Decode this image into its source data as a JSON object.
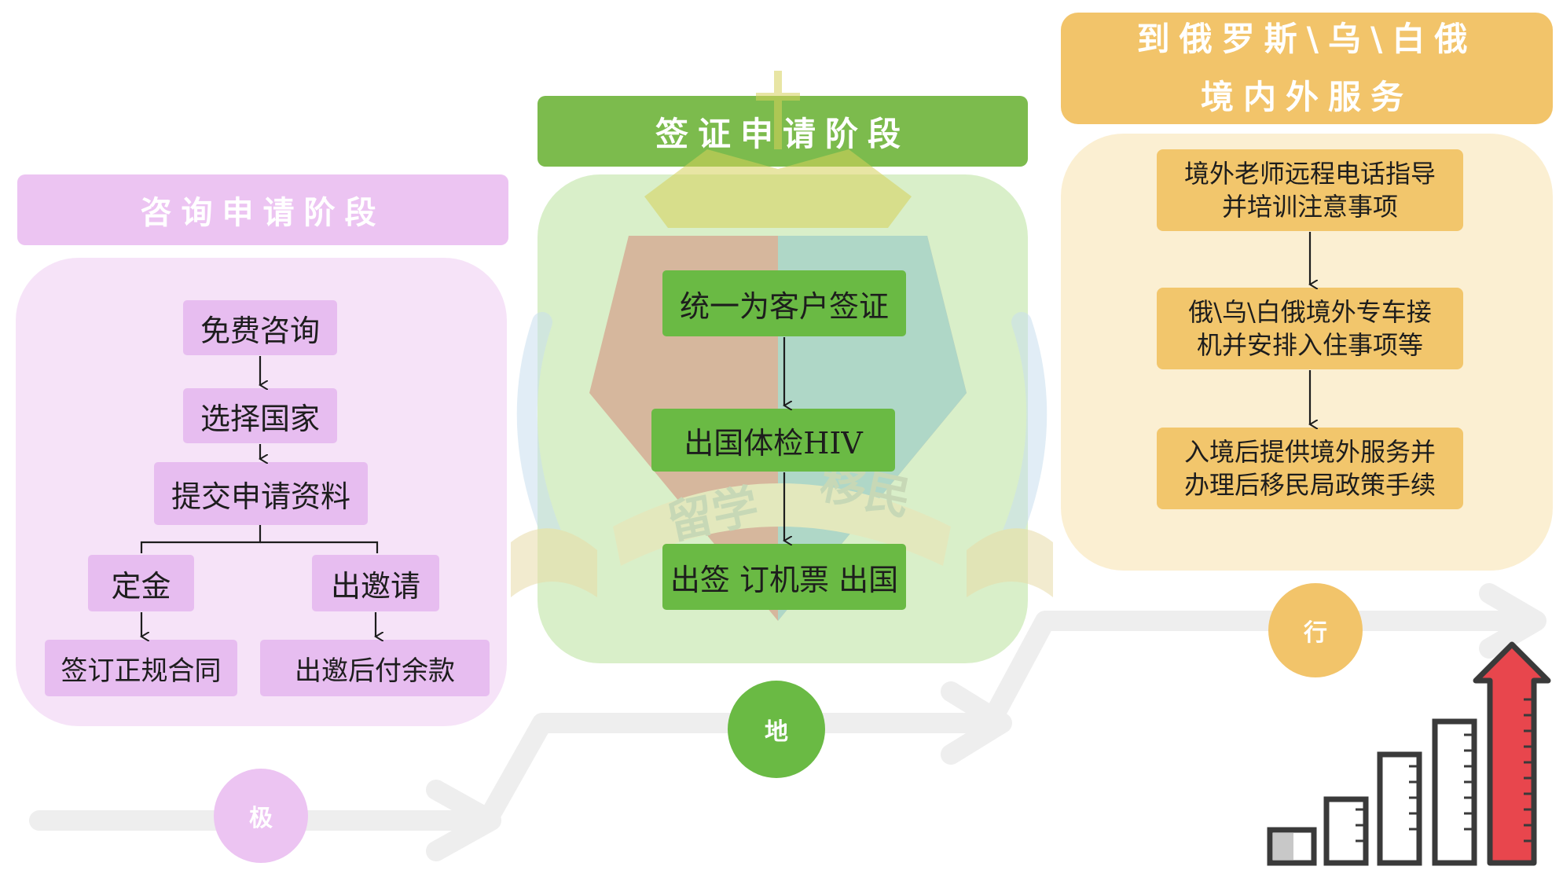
{
  "stage1": {
    "header": "咨询申请阶段",
    "nodes": {
      "consult": "免费咨询",
      "country": "选择国家",
      "submit": "提交申请资料",
      "deposit": "定金",
      "invite": "出邀请",
      "contract": "签订正规合同",
      "balance": "出邀后付余款"
    },
    "marker": "极"
  },
  "stage2": {
    "header": "签证申请阶段",
    "nodes": {
      "visa": "统一为客户签证",
      "hiv": "出国体检HIV",
      "depart": "出签 订机票 出国"
    },
    "watermark": [
      "留学",
      "移民"
    ],
    "marker": "地"
  },
  "stage3": {
    "header_line1": "到俄罗斯\\乌\\白俄",
    "header_line2": "境内外服务",
    "nodes": {
      "guide_l1": "境外老师远程电话指导",
      "guide_l2": "并培训注意事项",
      "pickup_l1": "俄\\乌\\白俄境外专车接",
      "pickup_l2": "机并安排入住事项等",
      "service_l1": "入境后提供境外服务并",
      "service_l2": "办理后移民局政策手续"
    },
    "marker": "行"
  },
  "colors": {
    "pink_header": "#ecc4f2",
    "pink_panel": "#f6e3f8",
    "pink_node": "#e7bdf0",
    "green_header": "#7cbb4d",
    "green_panel": "#d9efc9",
    "green_node": "#6aba44",
    "yellow_header": "#f2c46a",
    "yellow_panel": "#fbefd2",
    "yellow_node": "#f2c66c",
    "growth_arrow": "#e8464d"
  },
  "icons": [
    "growth-bar-chart-icon",
    "up-arrow-icon",
    "emblem-watermark-icon"
  ]
}
